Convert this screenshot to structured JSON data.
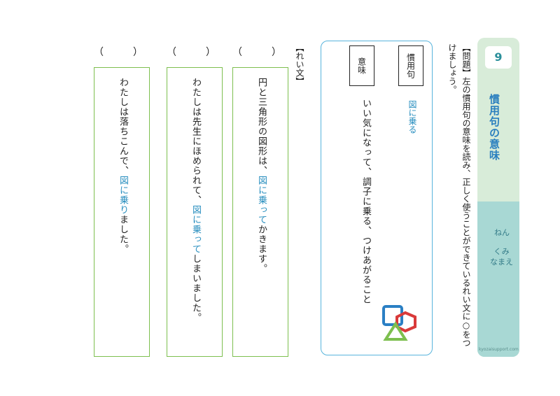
{
  "sidebar": {
    "number": "9",
    "title": "慣用句の意味",
    "nen_label": "ねん",
    "kumi_label": "くみ",
    "name_label": "なまえ",
    "site": "kyozaisupport.com"
  },
  "question": {
    "bracket": "【問題】",
    "text": "左の慣用句の意味を読み、正しく使うことができているれい文に○をつけましょう。"
  },
  "idiom": {
    "kanyouku_tag": "慣用句",
    "imi_tag": "意味",
    "phrase": "図に乗る",
    "meaning": "いい気になって、調子に乗る、つけあがること"
  },
  "reibun_label": "【れい文】",
  "examples": [
    {
      "paren": "（　）",
      "before": "円と三角形の図形は、",
      "highlight": "図に乗って",
      "after": "かきます。"
    },
    {
      "paren": "（　）",
      "before": "わたしは先生にほめられて、",
      "highlight": "図に乗って",
      "after": "しまいました。"
    },
    {
      "paren": "（　）",
      "before": "わたしは落ちこんで、",
      "highlight": "図に乗り",
      "after": "ました。"
    }
  ],
  "colors": {
    "accent_blue": "#2a8fbf",
    "green_border": "#7dbf4f",
    "box_border": "#58b4dc",
    "sidebar_top": "#d8ecd9",
    "sidebar_bottom": "#a8d8d4"
  }
}
